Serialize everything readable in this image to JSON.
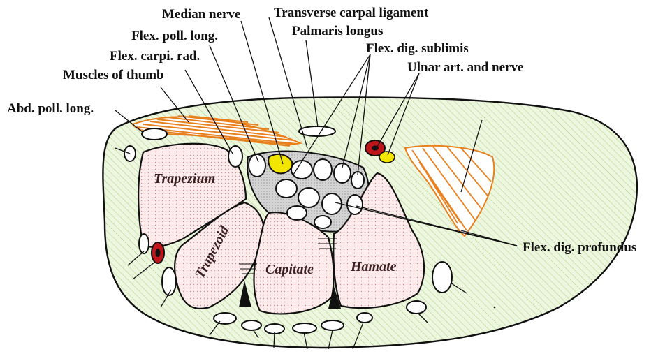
{
  "labels": {
    "median_nerve": "Median nerve",
    "transverse_carpal_ligament": "Transverse carpal ligament",
    "flex_poll_long": "Flex. poll. long.",
    "palmaris_longus": "Palmaris longus",
    "flex_dig_sublimis": "Flex. dig. sublimis",
    "flex_carpi_rad": "Flex. carpi. rad.",
    "ulnar_art_nerve": "Ulnar art. and nerve",
    "muscles_of_thumb": "Muscles of thumb",
    "abd_poll_long": "Abd. poll. long.",
    "flex_dig_profundus": "Flex. dig. profundus"
  },
  "bones": {
    "trapezium": "Trapezium",
    "trapezoid": "Trapezoid",
    "capitate": "Capitate",
    "hamate": "Hamate"
  },
  "colors": {
    "soft_tissue": "#e9f3d8",
    "bone_fill": "#fbeaea",
    "muscle": "#e8801e",
    "nerve": "#f2e600",
    "artery": "#c0141b",
    "tunnel": "#cfcfcf"
  }
}
